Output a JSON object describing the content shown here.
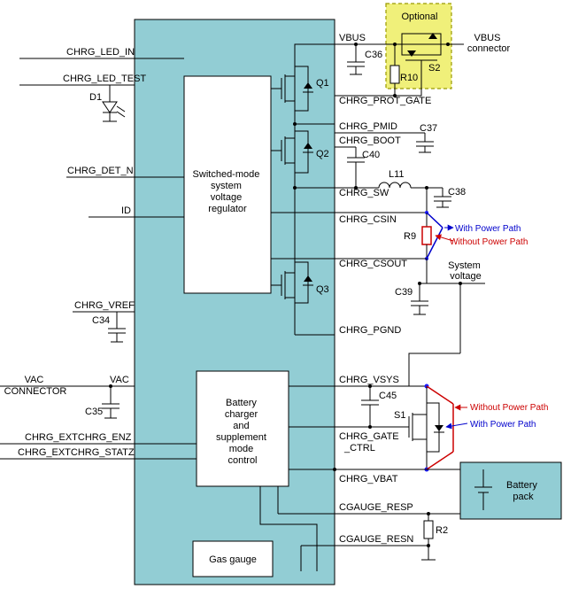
{
  "colors": {
    "chip_fill": "#92cdd4",
    "optional_fill": "#f0f07a",
    "optional_border": "#9a9a00",
    "battery_fill": "#92cdd4",
    "with_power_path": "#0000cc",
    "without_power_path": "#cc0000",
    "node_blue": "#1a1aff"
  },
  "pins_left": {
    "chrg_led_in": "CHRG_LED_IN",
    "chrg_led_test": "CHRG_LED_TEST",
    "chrg_det_n": "CHRG_DET_N",
    "id": "ID",
    "chrg_vref": "CHRG_VREF",
    "vac": "VAC",
    "chrg_extchrg_enz": "CHRG_EXTCHRG_ENZ",
    "chrg_extchrg_statz": "CHRG_EXTCHRG_STATZ"
  },
  "pins_right": {
    "vbus": "VBUS",
    "chrg_prot_gate": "CHRG_PROT_GATE",
    "chrg_pmid": "CHRG_PMID",
    "chrg_boot": "CHRG_BOOT",
    "chrg_sw": "CHRG_SW",
    "chrg_csin": "CHRG_CSIN",
    "chrg_csout": "CHRG_CSOUT",
    "chrg_pgnd": "CHRG_PGND",
    "chrg_vsys": "CHRG_VSYS",
    "chrg_gate": "CHRG_GATE",
    "ctrl": "_CTRL",
    "chrg_vbat": "CHRG_VBAT",
    "cgauge_resp": "CGAUGE_RESP",
    "cgauge_resn": "CGAUGE_RESN"
  },
  "blocks": {
    "regulator": [
      "Switched-mode",
      "system",
      "voltage",
      "regulator"
    ],
    "charger": [
      "Battery",
      "charger",
      "and",
      "supplement",
      "mode",
      "control"
    ],
    "gas_gauge": "Gas gauge"
  },
  "components": {
    "q1": "Q1",
    "q2": "Q2",
    "q3": "Q3",
    "d1": "D1",
    "c34": "C34",
    "c35": "C35",
    "c36": "C36",
    "c37": "C37",
    "c38": "C38",
    "c39": "C39",
    "c40": "C40",
    "c45": "C45",
    "l11": "L11",
    "r9": "R9",
    "r10": "R10",
    "r2": "R2",
    "s1": "S1",
    "s2": "S2"
  },
  "external": {
    "vac_connector": [
      "VAC",
      "CONNECTOR"
    ],
    "vbus_connector": [
      "VBUS",
      "connector"
    ],
    "optional": "Optional",
    "system_voltage": [
      "System",
      "voltage"
    ],
    "battery_pack": [
      "Battery",
      "pack"
    ],
    "with_power_path": "With Power Path",
    "without_power_path": "Without Power Path"
  }
}
